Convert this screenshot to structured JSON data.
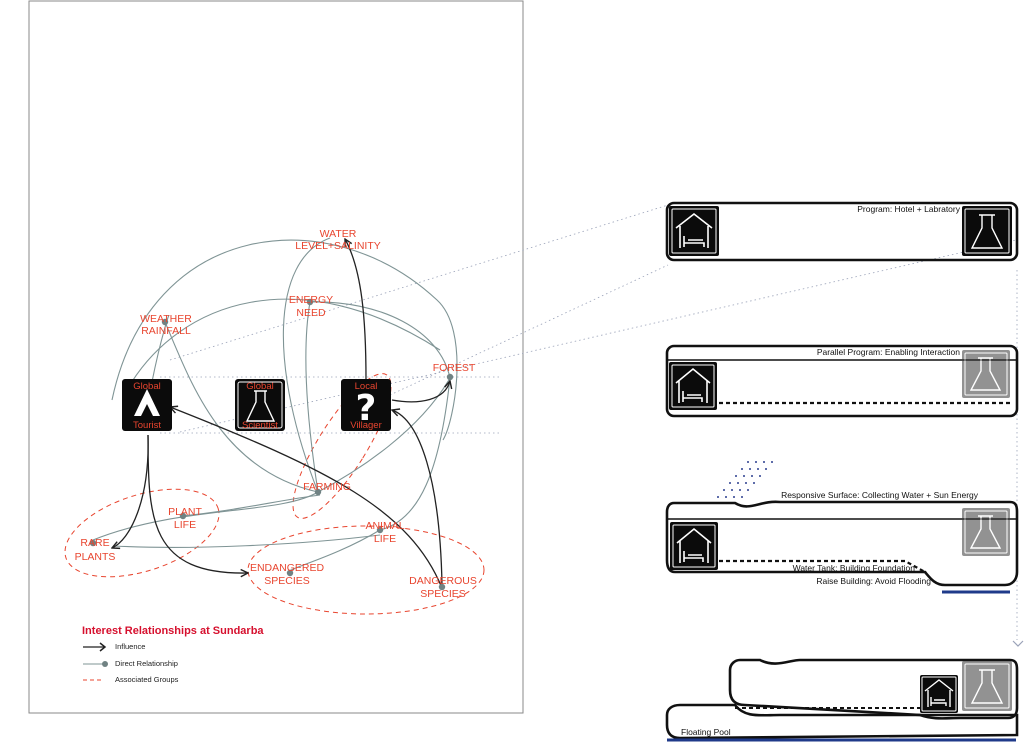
{
  "diagram": {
    "title": "Interest Relationships at Sundarba",
    "nodes": {
      "water": [
        "WATER",
        "LEVEL+SALINITY"
      ],
      "energy": [
        "ENERGY",
        "NEED"
      ],
      "weather": [
        "WEATHER",
        "RAINFALL"
      ],
      "forest": [
        "FOREST"
      ],
      "farming": [
        "FARMING"
      ],
      "plant_life": [
        "PLANT",
        "LIFE"
      ],
      "rare_plants": [
        "RARE",
        "PLANTS"
      ],
      "animal_life": [
        "ANIMAL",
        "LIFE"
      ],
      "endangered": [
        "ENDANGERED",
        "SPECIES"
      ],
      "dangerous": [
        "DANGEROUS",
        "SPECIES"
      ]
    },
    "actors": {
      "tourist": [
        "Global",
        "Tourist"
      ],
      "scientist": [
        "Global",
        "Scientist"
      ],
      "villager": [
        "Local",
        "Villager"
      ]
    },
    "legend": {
      "influence": "Influence",
      "direct": "Direct Relationship",
      "associated": "Associated Groups"
    },
    "colors": {
      "label": "#e8452f",
      "title": "#d6102e",
      "direct": "#7f9495",
      "influence": "#222222",
      "water_line": "#1f3a8a"
    }
  },
  "stages": {
    "s1": "Program: Hotel + Labratory",
    "s2": "Parallel Program: Enabling Interaction",
    "s3_a": "Responsive Surface: Collecting Water + Sun Energy",
    "s3_b": "Water Tank: Building Foundation",
    "s3_c": "Raise Building: Avoid Flooding",
    "s4": "Floating Pool"
  },
  "icons": [
    "tent-icon",
    "flask-icon",
    "question-icon",
    "house-bed-icon"
  ]
}
